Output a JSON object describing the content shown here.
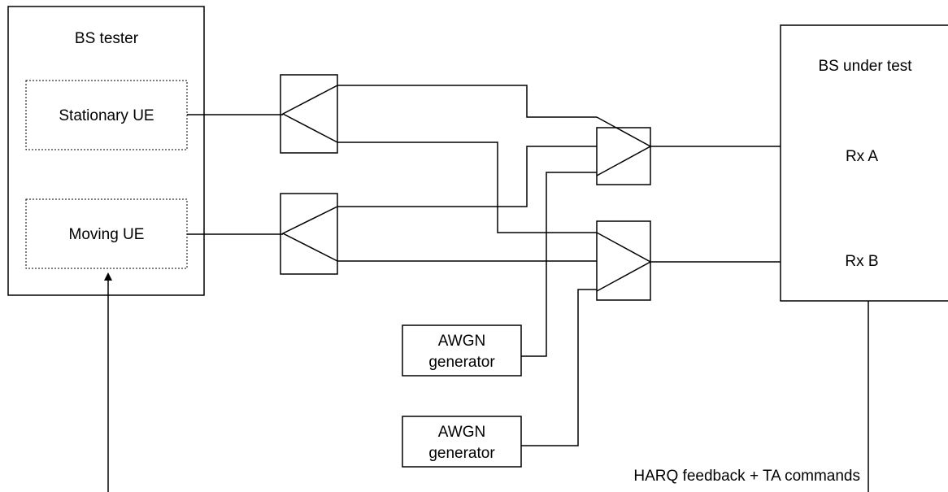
{
  "bs_tester": {
    "title": "BS tester",
    "stationary_ue": "Stationary UE",
    "moving_ue": "Moving UE"
  },
  "bs_under_test": {
    "title": "BS under test",
    "rx_a": "Rx A",
    "rx_b": "Rx B"
  },
  "awgn1": {
    "line1": "AWGN",
    "line2": "generator"
  },
  "awgn2": {
    "line1": "AWGN",
    "line2": "generator"
  },
  "feedback_label": "HARQ feedback + TA commands"
}
